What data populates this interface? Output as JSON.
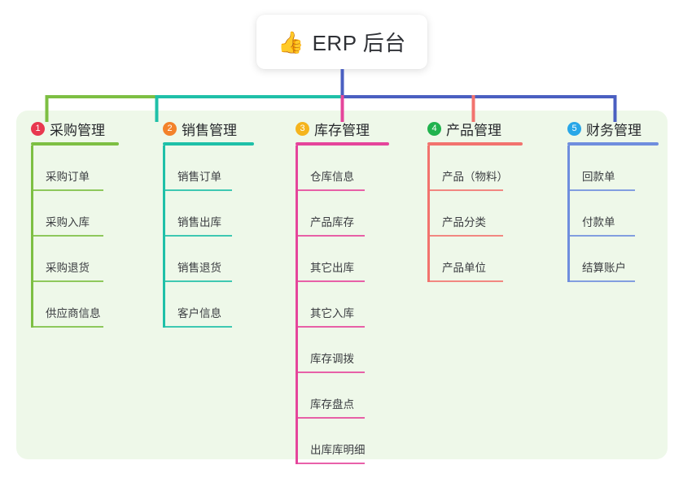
{
  "root": {
    "icon": "thumbs-up-icon",
    "icon_glyph": "👍",
    "title": "ERP 后台"
  },
  "panel": {
    "background_color": "#eef8e9"
  },
  "connector_colors": {
    "green": "#7dbf43",
    "teal": "#1fc0a8",
    "pink": "#e5459b",
    "indigo": "#4a5fc1",
    "salmon": "#f2736e",
    "blue": "#6f8ede"
  },
  "columns": [
    {
      "index": "1",
      "badge_number": "1",
      "badge_color": "#e8384f",
      "line_color": "#7dbf43",
      "title": "采购管理",
      "items": [
        {
          "label": "采购订单"
        },
        {
          "label": "采购入库"
        },
        {
          "label": "采购退货"
        },
        {
          "label": "供应商信息"
        }
      ]
    },
    {
      "index": "2",
      "badge_number": "2",
      "badge_color": "#f3822b",
      "line_color": "#1fc0a8",
      "title": "销售管理",
      "items": [
        {
          "label": "销售订单"
        },
        {
          "label": "销售出库"
        },
        {
          "label": "销售退货"
        },
        {
          "label": "客户信息"
        }
      ]
    },
    {
      "index": "3",
      "badge_number": "3",
      "badge_color": "#f5b41d",
      "line_color": "#e5459b",
      "title": "库存管理",
      "items": [
        {
          "label": "仓库信息"
        },
        {
          "label": "产品库存"
        },
        {
          "label": "其它出库"
        },
        {
          "label": "其它入库"
        },
        {
          "label": "库存调拨"
        },
        {
          "label": "库存盘点"
        },
        {
          "label": "出库库明细"
        }
      ]
    },
    {
      "index": "4",
      "badge_number": "4",
      "badge_color": "#21b34e",
      "line_color": "#f2736e",
      "title": "产品管理",
      "items": [
        {
          "label": "产品（物料）"
        },
        {
          "label": "产品分类"
        },
        {
          "label": "产品单位"
        }
      ]
    },
    {
      "index": "5",
      "badge_number": "5",
      "badge_color": "#29a7e8",
      "line_color": "#6f8ede",
      "title": "财务管理",
      "items": [
        {
          "label": "回款单"
        },
        {
          "label": "付款单"
        },
        {
          "label": "结算账户"
        }
      ]
    }
  ]
}
